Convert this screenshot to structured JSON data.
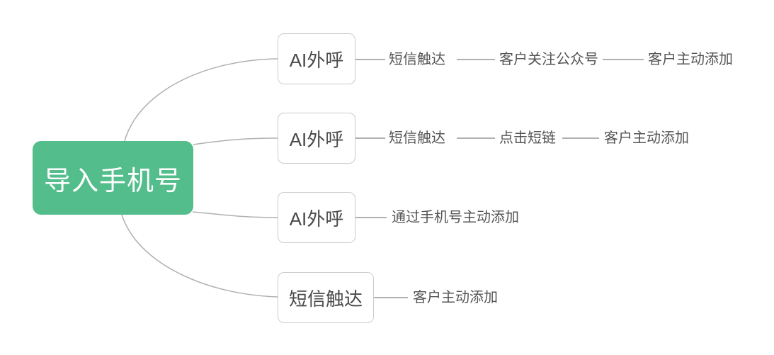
{
  "root": {
    "label": "导入手机号"
  },
  "branches": [
    {
      "node": "AI外呼",
      "children": [
        "短信触达",
        "客户关注公众号",
        "客户主动添加"
      ]
    },
    {
      "node": "AI外呼",
      "children": [
        "短信触达",
        "点击短链",
        "客户主动添加"
      ]
    },
    {
      "node": "AI外呼",
      "children": [
        "通过手机号主动添加"
      ]
    },
    {
      "node": "短信触达",
      "children": [
        "客户主动添加"
      ]
    }
  ],
  "colors": {
    "background": "#ffffff",
    "root_fill": "#53bd8b",
    "root_text": "#ffffff",
    "node_border": "#cccccc",
    "node_text": "#4a4a4a",
    "label_text": "#555555",
    "line": "#b0b0b0"
  }
}
